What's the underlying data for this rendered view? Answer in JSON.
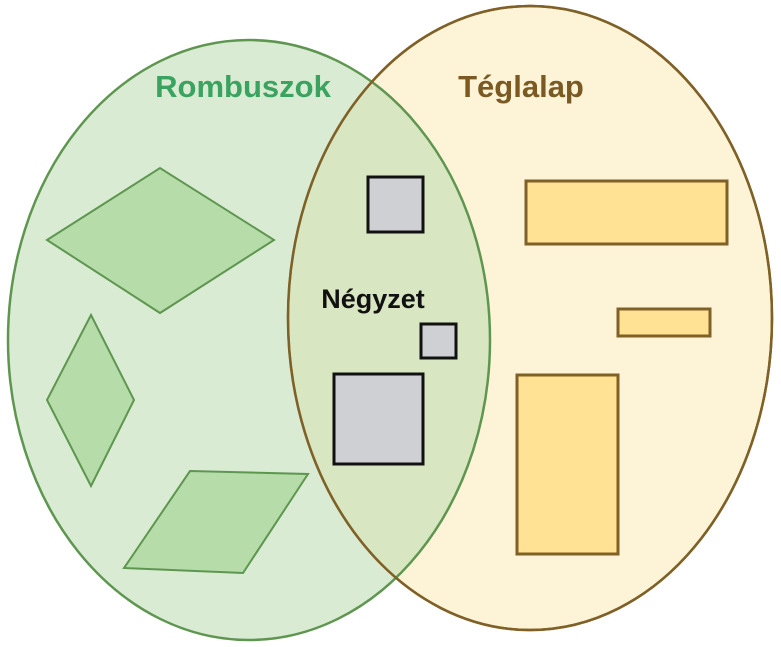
{
  "sets": {
    "left": {
      "label": "Rombuszok",
      "color": "#3aa35f"
    },
    "right": {
      "label": "Téglalap",
      "color": "#7a5a22"
    },
    "intersection": {
      "label": "Négyzet",
      "color": "#111111"
    }
  },
  "colors": {
    "green_fill": "#cfe5c9",
    "green_stroke": "#5e9650",
    "yellow_fill": "#fdf4d8",
    "yellow_stroke": "#7f6026",
    "rhombus_fill": "#b6dcaa",
    "square_fill": "#cfd0d4",
    "rect_fill": "#ffe294"
  }
}
